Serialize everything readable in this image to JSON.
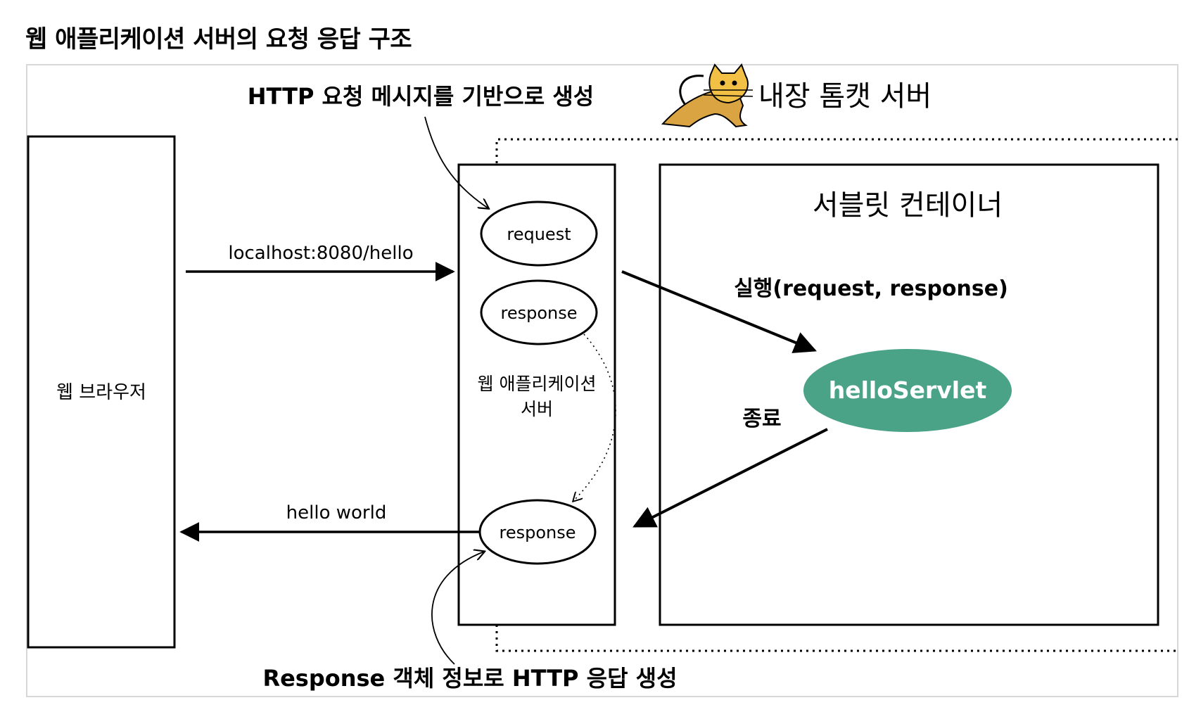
{
  "page_title": "웹 애플리케이션 서버의 요청 응답 구조",
  "diagram": {
    "browser_label": "웹 브라우저",
    "request_url": "localhost:8080/hello",
    "response_text": "hello world",
    "was_label_line1": "웹 애플리케이션",
    "was_label_line2": "서버",
    "request_obj": "request",
    "response_obj": "response",
    "response_obj_out": "response",
    "tomcat_label": "내장 톰캣 서버",
    "servlet_container_label": "서블릿 컨테이너",
    "servlet_name": "helloServlet",
    "execute_label": "실행(request, response)",
    "end_label": "종료",
    "annotation_top": "HTTP 요청 메시지를 기반으로 생성",
    "annotation_bottom": "Response 객체 정보로 HTTP 응답 생성",
    "tomcat_icon": "tomcat-cat-icon",
    "colors": {
      "servlet_fill": "#4aa387",
      "tomcat_body": "#d9a441",
      "frame_border": "#d8d8d8"
    }
  }
}
